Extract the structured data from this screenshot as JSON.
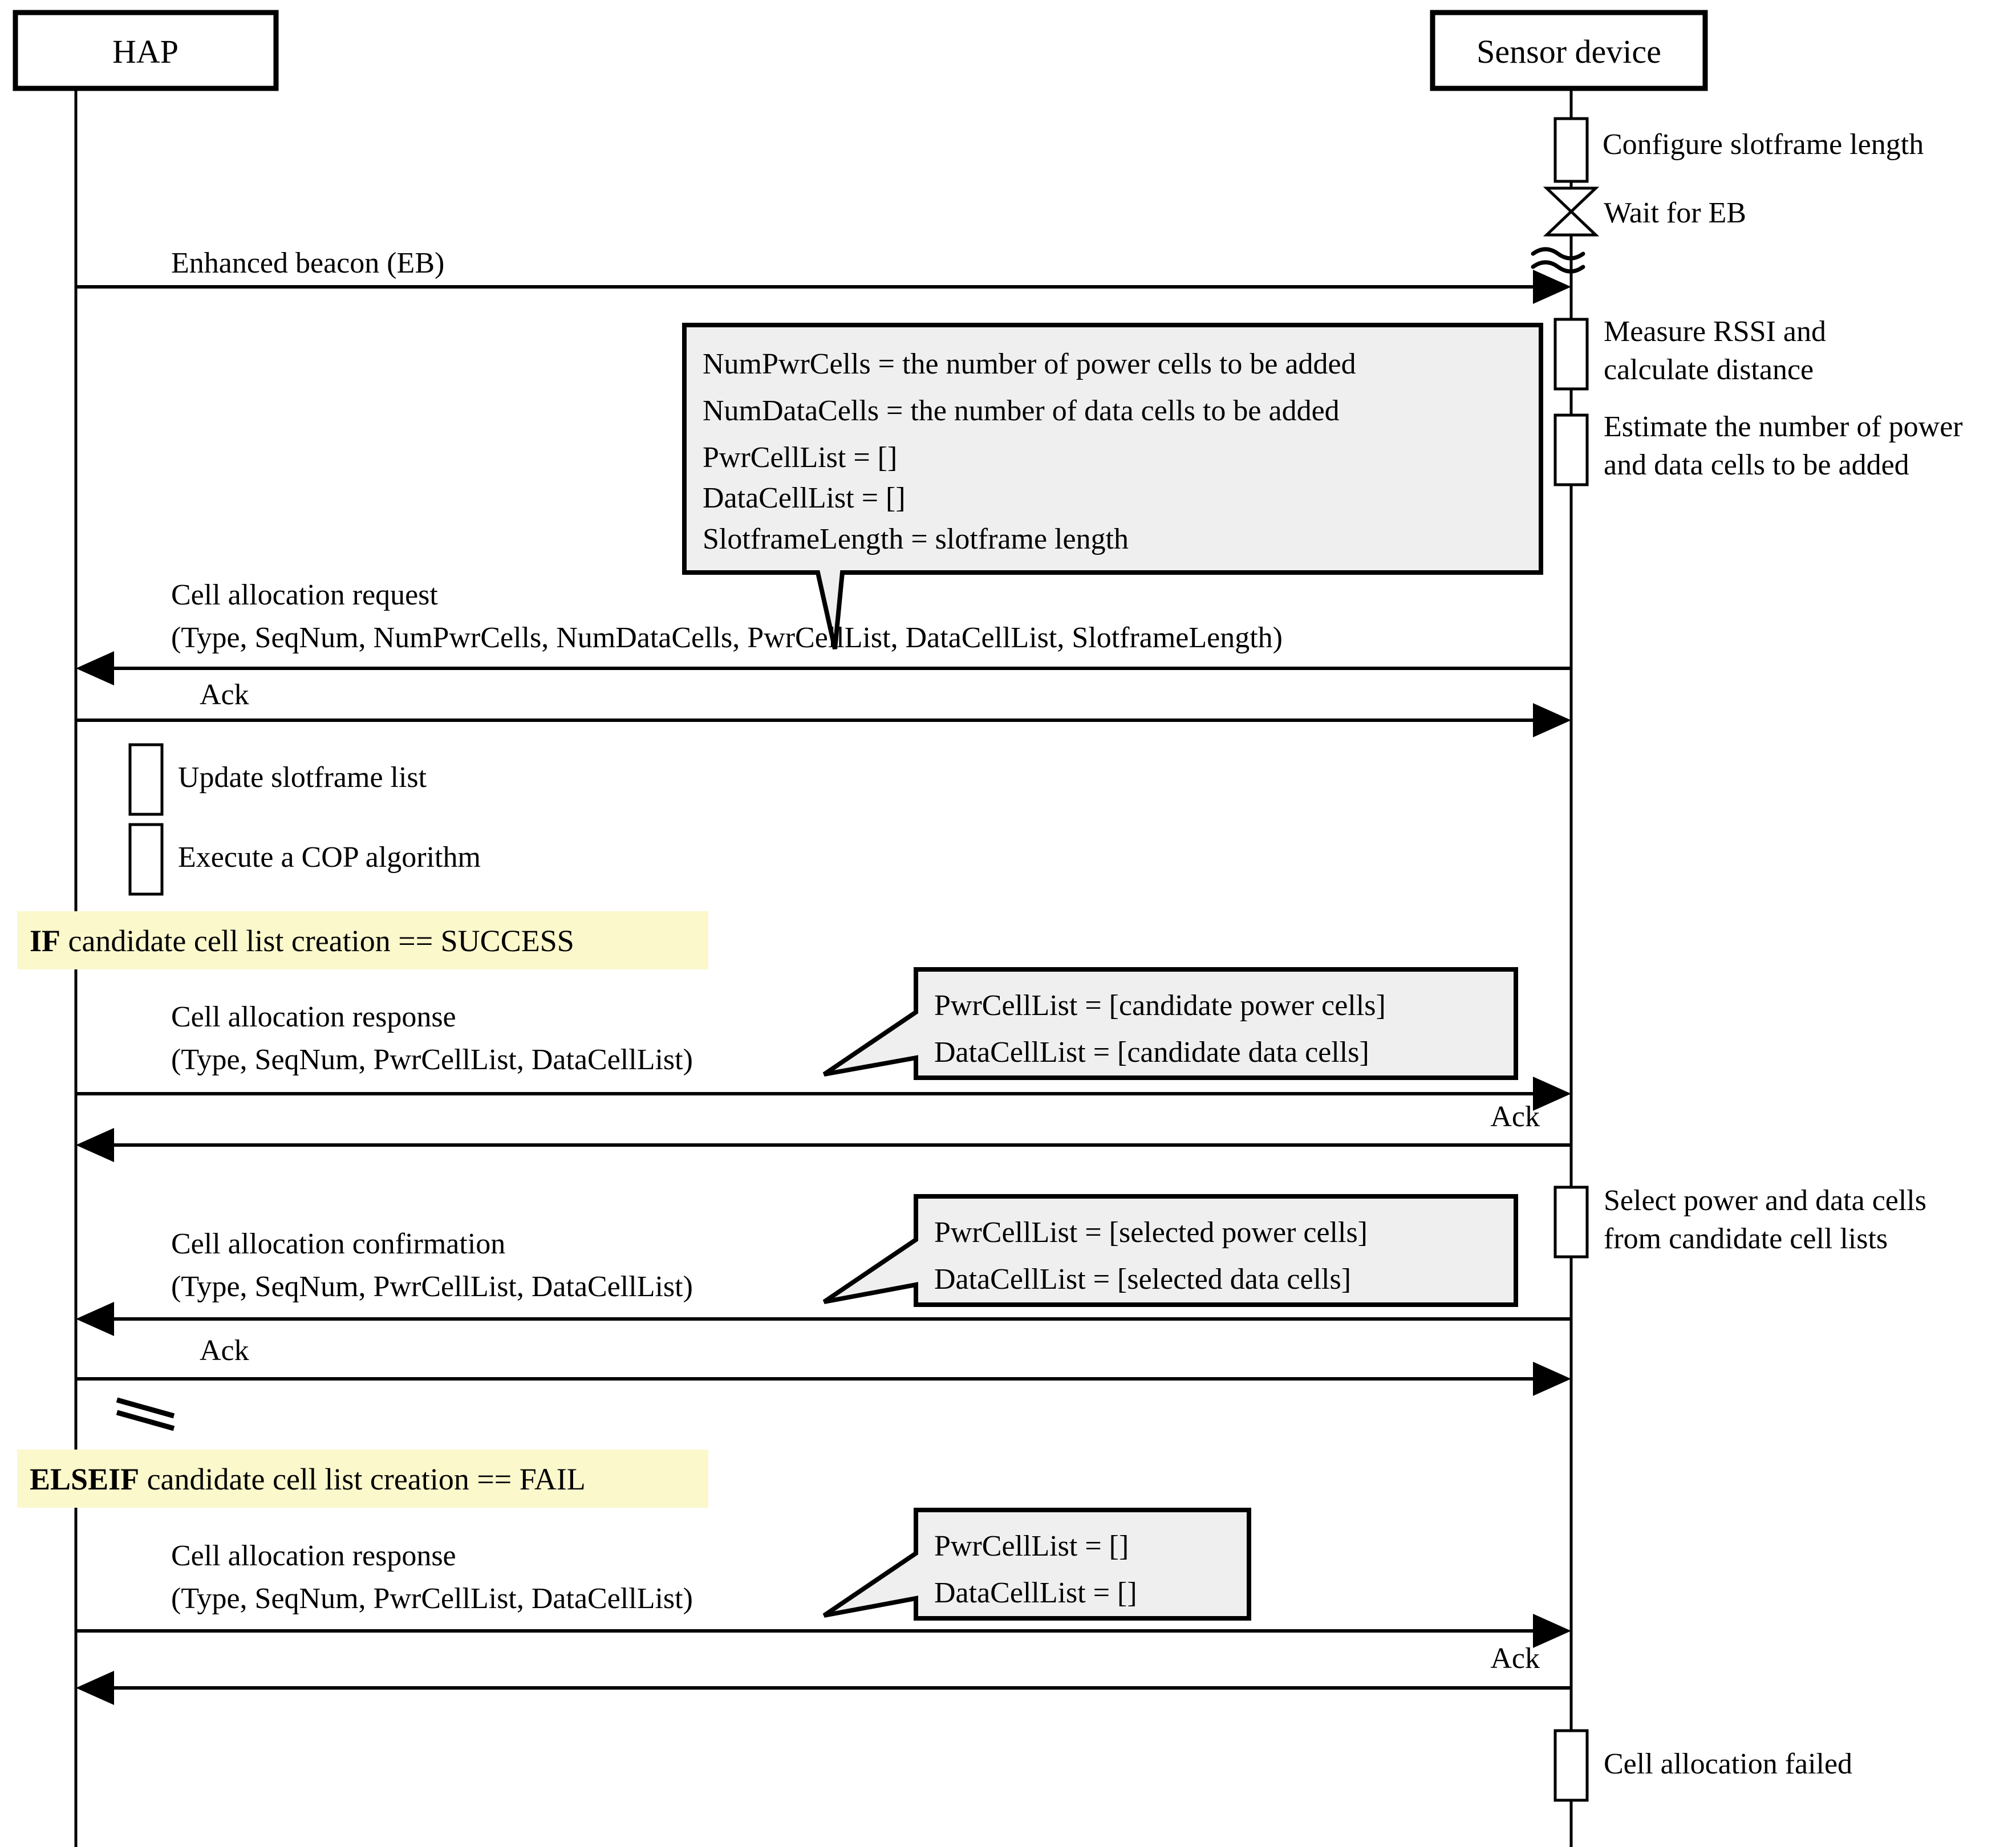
{
  "diagram": {
    "type": "uml-sequence-diagram",
    "title": "Cell allocation procedure between HAP and Sensor device",
    "colors": {
      "note_fill": "#efefef",
      "condition_highlight": "#fbf8cc",
      "line": "#000000",
      "background": "#ffffff"
    }
  },
  "actors": [
    {
      "id": "hap",
      "label": "HAP"
    },
    {
      "id": "sensor",
      "label": "Sensor device"
    }
  ],
  "activations": [
    {
      "actor": "sensor",
      "label": "Configure slotframe length"
    },
    {
      "actor": "sensor",
      "label": "Wait for EB",
      "shape": "hourglass"
    },
    {
      "actor": "sensor",
      "label": "Measure RSSI and\ncalculate distance",
      "line1": "Measure RSSI and",
      "line2": "calculate distance"
    },
    {
      "actor": "sensor",
      "label": "Estimate the number of power\nand data cells to be added",
      "line1": "Estimate the number of power",
      "line2": "and data cells to be added"
    },
    {
      "actor": "hap",
      "label": "Update slotframe list"
    },
    {
      "actor": "hap",
      "label": "Execute a COP algorithm"
    },
    {
      "actor": "sensor",
      "label": "Select power and data cells\nfrom candidate cell lists",
      "line1": "Select power and data cells",
      "line2": "from candidate cell lists"
    },
    {
      "actor": "sensor",
      "label": "Cell allocation failed"
    }
  ],
  "messages": [
    {
      "id": "eb",
      "from": "sensor",
      "to": "hap",
      "direction": "right",
      "label": "Enhanced beacon (EB)",
      "align": "left"
    },
    {
      "id": "car",
      "from": "sensor",
      "to": "hap",
      "direction": "left",
      "label_line1": "Cell allocation request",
      "label_line2": "(Type, SeqNum, NumPwrCells, NumDataCells, PwrCellList, DataCellList, SlotframeLength)",
      "align": "left"
    },
    {
      "id": "ack1",
      "from": "hap",
      "to": "sensor",
      "direction": "right",
      "label": "Ack",
      "align": "left"
    },
    {
      "id": "cars",
      "from": "hap",
      "to": "sensor",
      "direction": "right",
      "label_line1": "Cell allocation response",
      "label_line2": "(Type, SeqNum, PwrCellList, DataCellList)",
      "align": "left"
    },
    {
      "id": "ack2",
      "from": "sensor",
      "to": "hap",
      "direction": "left",
      "label": "Ack",
      "align": "right"
    },
    {
      "id": "cac",
      "from": "sensor",
      "to": "hap",
      "direction": "left",
      "label_line1": "Cell allocation confirmation",
      "label_line2": "(Type, SeqNum, PwrCellList, DataCellList)",
      "align": "left"
    },
    {
      "id": "ack3",
      "from": "hap",
      "to": "sensor",
      "direction": "right",
      "label": "Ack",
      "align": "left"
    },
    {
      "id": "carf",
      "from": "hap",
      "to": "sensor",
      "direction": "right",
      "label_line1": "Cell allocation response",
      "label_line2": "(Type, SeqNum, PwrCellList, DataCellList)",
      "align": "left"
    },
    {
      "id": "ack4",
      "from": "sensor",
      "to": "hap",
      "direction": "left",
      "label": "Ack",
      "align": "right"
    }
  ],
  "notes": [
    {
      "id": "note-request",
      "lines": [
        "NumPwrCells = the number of power cells to be added",
        "NumDataCells = the number of data cells to be added",
        "PwrCellList = []",
        "DataCellList = []",
        "SlotframeLength = slotframe length"
      ],
      "tail": "bottom-left"
    },
    {
      "id": "note-response-success",
      "lines": [
        "PwrCellList = [candidate power cells]",
        "DataCellList = [candidate data cells]"
      ],
      "tail": "left"
    },
    {
      "id": "note-confirmation",
      "lines": [
        "PwrCellList = [selected power cells]",
        "DataCellList = [selected data cells]"
      ],
      "tail": "left"
    },
    {
      "id": "note-response-fail",
      "lines": [
        "PwrCellList = []",
        "DataCellList = []"
      ],
      "tail": "left"
    }
  ],
  "conditions": [
    {
      "id": "cond-if",
      "keyword": "IF",
      "text": " candidate cell list creation == SUCCESS"
    },
    {
      "id": "cond-elseif",
      "keyword": "ELSEIF",
      "text": " candidate cell list creation == FAIL"
    }
  ],
  "breaks": [
    {
      "on": "hap",
      "style": "double-slash"
    },
    {
      "on": "sensor",
      "style": "wavy"
    }
  ]
}
